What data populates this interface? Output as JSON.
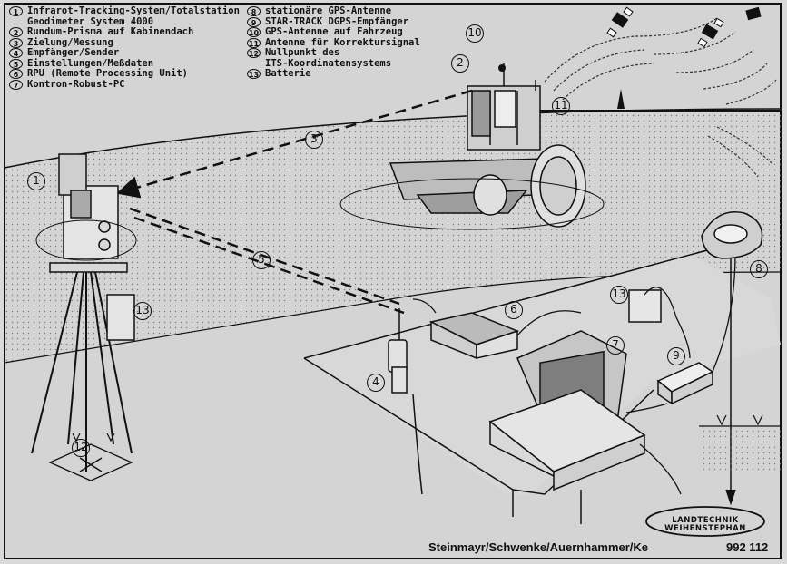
{
  "legend_left": [
    {
      "num": "1",
      "lines": [
        "Infrarot-Tracking-System/Totalstation",
        "Geodimeter System 4000"
      ]
    },
    {
      "num": "2",
      "lines": [
        "Rundum-Prisma auf Kabinendach"
      ]
    },
    {
      "num": "3",
      "lines": [
        "Zielung/Messung"
      ]
    },
    {
      "num": "4",
      "lines": [
        "Empfänger/Sender"
      ]
    },
    {
      "num": "5",
      "lines": [
        "Einstellungen/Meßdaten"
      ]
    },
    {
      "num": "6",
      "lines": [
        "RPU (Remote Processing Unit)"
      ]
    },
    {
      "num": "7",
      "lines": [
        "Kontron-Robust-PC"
      ]
    }
  ],
  "legend_right": [
    {
      "num": "8",
      "lines": [
        "stationäre GPS-Antenne"
      ]
    },
    {
      "num": "9",
      "lines": [
        "STAR-TRACK DGPS-Empfänger"
      ]
    },
    {
      "num": "10",
      "lines": [
        "GPS-Antenne auf Fahrzeug"
      ]
    },
    {
      "num": "11",
      "lines": [
        "Antenne für Korrektursignal"
      ]
    },
    {
      "num": "12",
      "lines": [
        "Nullpunkt des",
        "ITS-Koordinatensystems"
      ]
    },
    {
      "num": "13",
      "lines": [
        "Batterie"
      ]
    }
  ],
  "callouts": {
    "c1": "1",
    "c2": "2",
    "c3": "3",
    "c4": "4",
    "c5": "5",
    "c6": "6",
    "c7": "7",
    "c8": "8",
    "c9": "9",
    "c10": "10",
    "c11": "11",
    "c12": "12",
    "c13": "13"
  },
  "footer": {
    "authors": "Steinmayr/Schwenke/Auernhammer/Ke",
    "code": "992 112",
    "logo_line1": "LANDTECHNIK",
    "logo_line2": "WEIHENSTEPHAN"
  }
}
